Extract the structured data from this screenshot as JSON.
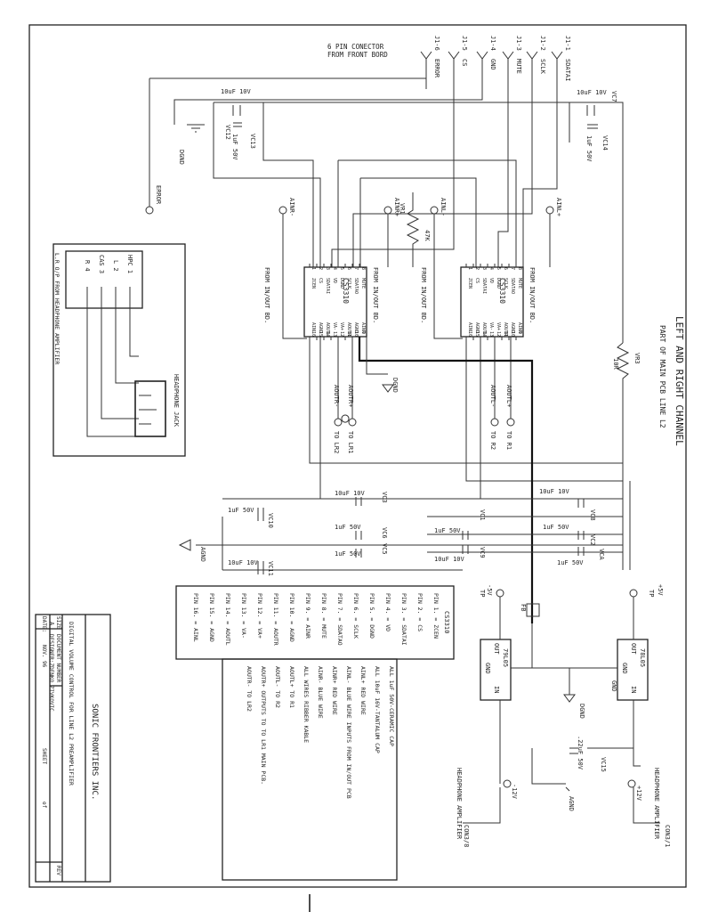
{
  "title": {
    "line1": "LEFT AND RIGHT CHANNEL",
    "line2": "PART OF MAIN PCB LINE L2"
  },
  "connector": {
    "caption1": "6 PIN CONECTOR",
    "caption2": "FROM FRONT BORD",
    "pins": [
      {
        "id": "J1-6",
        "label": "ERROR"
      },
      {
        "id": "J1-5",
        "label": "CS"
      },
      {
        "id": "J1-4",
        "label": "GND"
      },
      {
        "id": "J1-3",
        "label": "MUTE"
      },
      {
        "id": "J1-2",
        "label": "SCLK"
      },
      {
        "id": "J1-1",
        "label": "SDATAI"
      }
    ]
  },
  "ics": [
    {
      "name": "CS3310",
      "note1": "FROM IN/OUT BD.",
      "note2": "FROM IN/OUT BD.",
      "left_pins": [
        "1",
        "2",
        "3",
        "4",
        "5",
        "6",
        "7",
        "8"
      ],
      "left_labels": [
        "ZCEN",
        "CS",
        "SDATAI",
        "VD",
        "DGND",
        "SCLK",
        "SDATAO",
        "MUTE"
      ],
      "right_pins": [
        "16",
        "15",
        "14",
        "13",
        "12",
        "11",
        "10",
        "9"
      ],
      "right_labels": [
        "AINL",
        "AGND",
        "AOUTL",
        "VA-",
        "VA+",
        "AOUTR",
        "AGND",
        "AINR"
      ]
    },
    {
      "name": "CS3310",
      "note1": "FROM IN/OUT BD.",
      "note2": "FROM IN/OUT BD.",
      "left_pins": [
        "1",
        "2",
        "3",
        "4",
        "5",
        "6",
        "7",
        "8"
      ],
      "left_labels": [
        "ZCEN",
        "CS",
        "SDATAI",
        "VD",
        "DGND",
        "SCLK",
        "SDATAO",
        "MUTE"
      ],
      "right_pins": [
        "16",
        "15",
        "14",
        "13",
        "12",
        "11",
        "10",
        "9"
      ],
      "right_labels": [
        "AINL",
        "AGND",
        "AOUTL",
        "VA-",
        "VA+",
        "AOUTR",
        "AGND",
        "AINR"
      ]
    }
  ],
  "signals": {
    "ainr_minus": "AINR-",
    "ainr_plus": "AINR+",
    "ainl_minus": "AINL-",
    "ainl_plus": "AINL+",
    "aoutr_minus": "AOUTR-",
    "aoutr_plus": "AOUTR+",
    "aoutl_minus": "AOUTL-",
    "aoutl_plus": "AOUTL+",
    "to_lr2": "TO LR2",
    "to_lr1": "TO LR1",
    "to_r2": "TO R2",
    "to_r1": "TO R1",
    "error": "ERROR",
    "dgnd": "DGND",
    "agnd": "AGND",
    "vr1": "VR1",
    "vr1_val": "47K",
    "vr3": "VR3",
    "vr3_val": "10R",
    "fb": "FB"
  },
  "caps": [
    {
      "name": "VC12",
      "value": "10uF 10V"
    },
    {
      "name": "VC13",
      "value": "1uF 50V"
    },
    {
      "name": "VC7",
      "value": "10uF 10V"
    },
    {
      "name": "VC14",
      "value": "1uF 50V"
    },
    {
      "name": "VC3",
      "value": "10uF 10V"
    },
    {
      "name": "VC6",
      "value": "1uF 50V"
    },
    {
      "name": "VC10",
      "value": "1uF 50V"
    },
    {
      "name": "VC11",
      "value": "10uF 10V"
    },
    {
      "name": "VC5",
      "value": "1uF 50V"
    },
    {
      "name": "VC1",
      "value": "1uF 50V"
    },
    {
      "name": "VC9",
      "value": "10uF 10V"
    },
    {
      "name": "VC8",
      "value": "10uF 10V"
    },
    {
      "name": "VC2",
      "value": "1uF 50V"
    },
    {
      "name": "VC4",
      "value": "1uF 50V"
    },
    {
      "name": "VC15",
      "value": ".22uF 50V"
    }
  ],
  "headphone": {
    "label1": "L.R O/P FROM HEADPHONE AMPLIFIER",
    "jack": "HEADPHONE JACK",
    "pins": [
      "HPC 1",
      "L 2",
      "CAS 3",
      "R 4"
    ]
  },
  "regulators": [
    {
      "name": "78L05",
      "in": "IN",
      "out": "OUT",
      "gnd": "GND"
    },
    {
      "name": "79L05",
      "in": "IN",
      "out": "OUT",
      "gnd": "GND"
    }
  ],
  "power": {
    "plus5": "+5V",
    "tp": "TP",
    "minus5": "-5V",
    "tp2": "TP",
    "plus12": "+12V",
    "minus12": "-12V",
    "agnd": "AGND",
    "dgnd": "DGND",
    "gnd": "GND",
    "hp_amp1": "HEADPHONE AMPLIFIER",
    "con31": "CON3/1",
    "hp_amp2": "HEADPHONE AMPLIFIER",
    "con38": "CON3/8"
  },
  "pin_table": {
    "title": "CS3310",
    "rows": [
      "PIN 1.  = ZCEN",
      "PIN 2.  = CS",
      "PIN 3.  = SDATAI",
      "PIN 4.  = VD",
      "PIN 5.  = DGND",
      "PIN 6.  = SCLK",
      "PIN 7.  = SDATAO",
      "PIN 8.  = MUTE",
      "PIN 9.  = AINR",
      "PIN 10. = AGND",
      "PIN 11. = AOUTR",
      "PIN 12. = VA+",
      "PIN 13. = VA-",
      "PIN 14. = AOUTL",
      "PIN 15. = AGND",
      "PIN 16. = AINL"
    ]
  },
  "notes": [
    "ALL 1uF 50V-CERAMIC CAP",
    "ALL 10uF 16V-TANTALUM CAP",
    "AINL+  RED WIRE",
    "AINL-  BLUE WIRE      INPUTS FROM IN/OUT PCB",
    "AINR+  RED WIRE",
    "AINR-  BLUE WIRE",
    "ALL WIRES RIBBER KABLE",
    "AOUTL+              TO R1",
    "AOUTL-              TO R2",
    "AOUTR+   OUTPUTS  TO  TO LR1   MAIN PCB.",
    "AOUTR-              TO LR2"
  ],
  "title_block": {
    "company": "SONIC FRONTIERS INC.",
    "description": "DIGITAL VOLUME CONTROL FOR LINE L2 PREAMPLIFIER",
    "size_label": "SIZE",
    "size": "A",
    "doc_label": "DOCUMENT NUMBER",
    "doc": "DESIGNER:ZDENKO ZIVKOVIC",
    "rev_label": "REV",
    "date_label": "DATE:",
    "date": "NOV. 96",
    "sheet_label": "SHEET",
    "sheet": "of"
  }
}
